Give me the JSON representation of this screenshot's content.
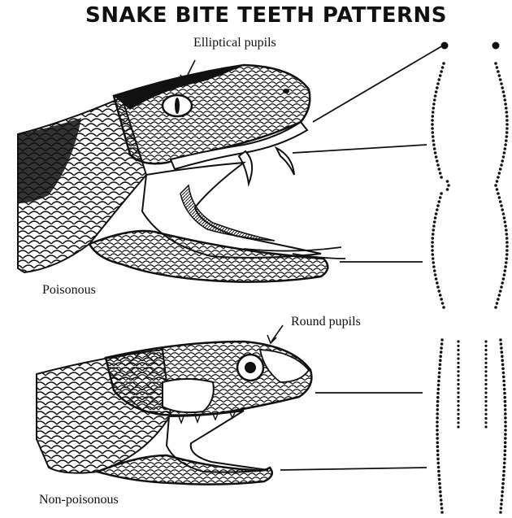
{
  "title": "SNAKE BITE TEETH PATTERNS",
  "labels": {
    "elliptical_pupils": "Elliptical pupils",
    "poisonous": "Poisonous",
    "round_pupils": "Round pupils",
    "non_poisonous": "Non-poisonous"
  },
  "colors": {
    "ink": "#111111",
    "background": "#ffffff"
  }
}
